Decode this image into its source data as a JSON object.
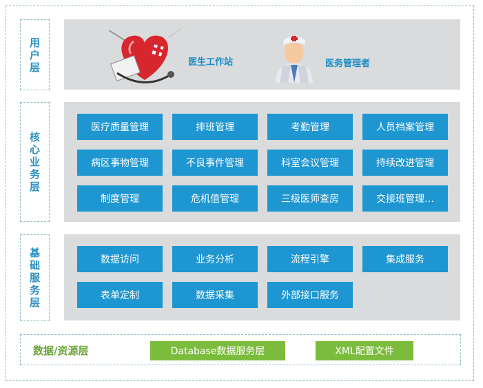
{
  "layers": {
    "user": {
      "title": "用户层",
      "items": [
        "医生工作站",
        "医务管理者"
      ],
      "icons": [
        "heart-stethoscope-icon",
        "doctor-avatar-icon"
      ]
    },
    "core": {
      "title": "核心业务层",
      "items": [
        "医疗质量管理",
        "排班管理",
        "考勤管理",
        "人员档案管理",
        "病区事物管理",
        "不良事件管理",
        "科室会议管理",
        "持续改进管理",
        "制度管理",
        "危机值管理",
        "三级医师查房",
        "交接班管理…"
      ]
    },
    "foundation": {
      "title": "基础服务层",
      "items": [
        "数据访问",
        "业务分析",
        "流程引擎",
        "集成服务",
        "表单定制",
        "数据采集",
        "外部接口服务"
      ]
    },
    "data": {
      "title": "数据/资源层",
      "items": [
        "Database数据服务层",
        "XML配置文件"
      ]
    }
  },
  "colors": {
    "accent_blue": "#1e96d1",
    "side_label": "#2a8fc0",
    "panel_gray": "#d9dbdc",
    "data_green": "#7cbc3c",
    "data_title_green": "#6aa53a",
    "dashed_border": "#8fb8c4"
  }
}
